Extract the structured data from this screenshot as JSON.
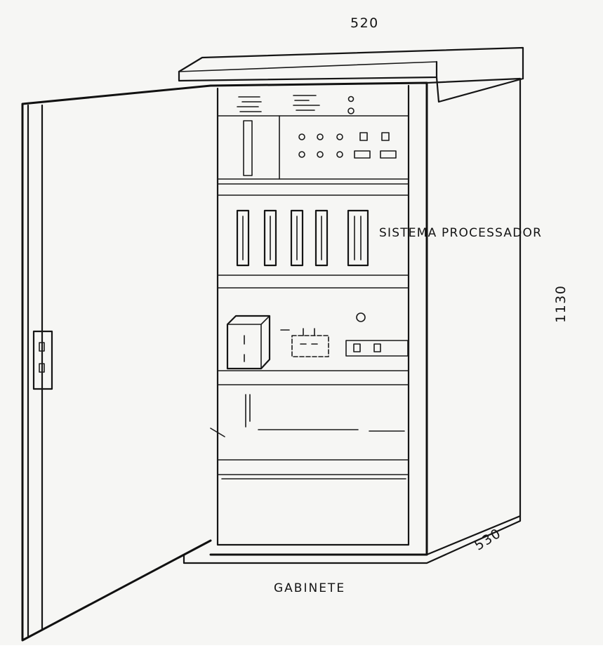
{
  "labels": {
    "width_dimension": "520",
    "height_dimension": "1130",
    "depth_dimension": "530",
    "processor_label": "SISTEMA PROCESSADOR",
    "title": "GABINETE"
  }
}
